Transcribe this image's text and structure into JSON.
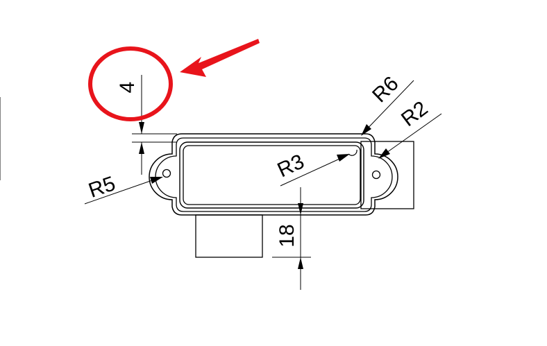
{
  "drawing": {
    "dimensions": {
      "top_height": "4",
      "left_radius": "R5",
      "inner_radius": "R3",
      "corner_radius": "R6",
      "right_radius": "R2",
      "bottom_height": "18"
    },
    "colors": {
      "line": "#000000",
      "highlight": "#e8141b",
      "background": "#ffffff"
    },
    "annotation": {
      "shape": "circle",
      "pointer": "arrow-icon",
      "target": "top_height"
    }
  }
}
